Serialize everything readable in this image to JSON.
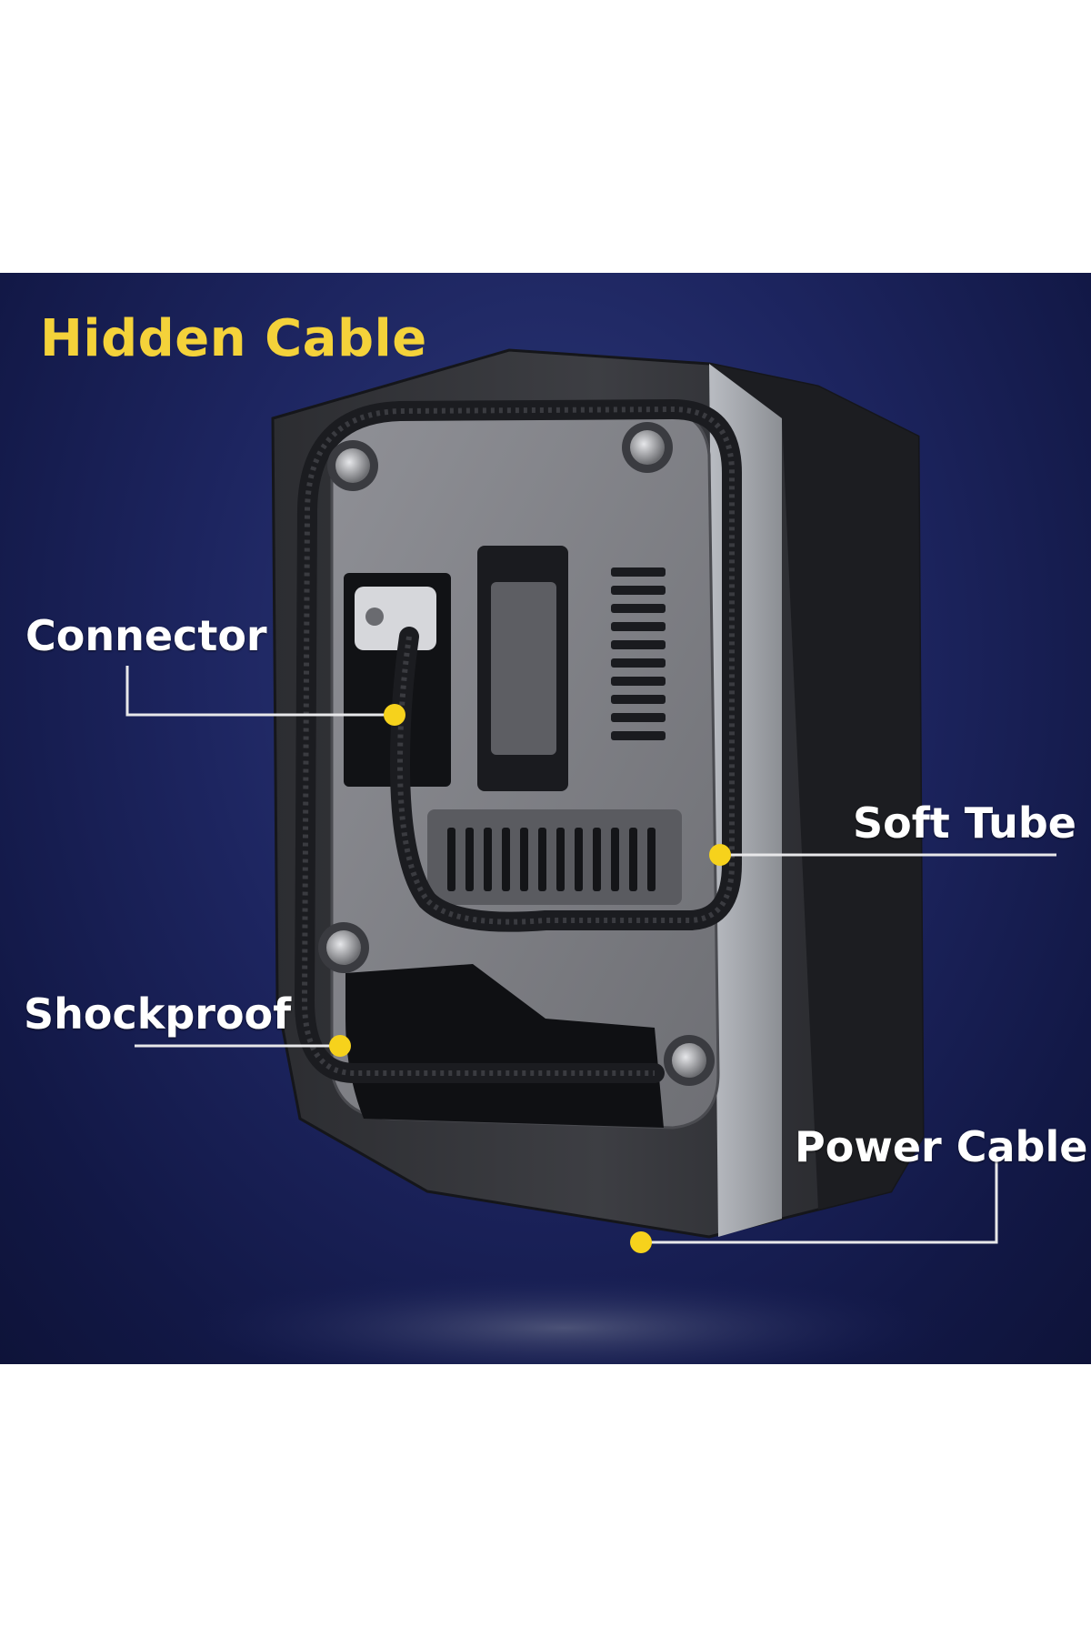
{
  "title": "Hidden Cable",
  "callouts": {
    "connector": "Connector",
    "soft_tube": "Soft Tube",
    "shockproof": "Shockproof",
    "power_cable": "Power Cable"
  },
  "colors": {
    "title": "#f4d23a",
    "marker": "#f6d21c",
    "background": "#1a215a"
  }
}
